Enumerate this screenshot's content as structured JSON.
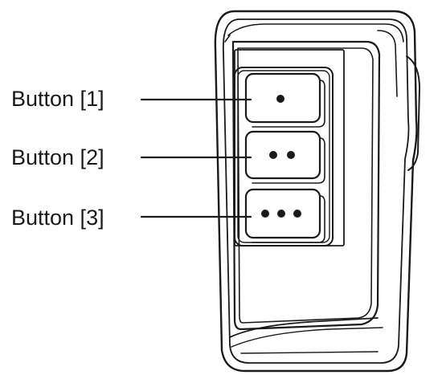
{
  "diagram": {
    "callouts": [
      {
        "label": "Button [1]",
        "dots": 1
      },
      {
        "label": "Button [2]",
        "dots": 2
      },
      {
        "label": "Button [3]",
        "dots": 3
      }
    ]
  },
  "colors": {
    "line": "#1a1a1a",
    "background": "#ffffff"
  }
}
